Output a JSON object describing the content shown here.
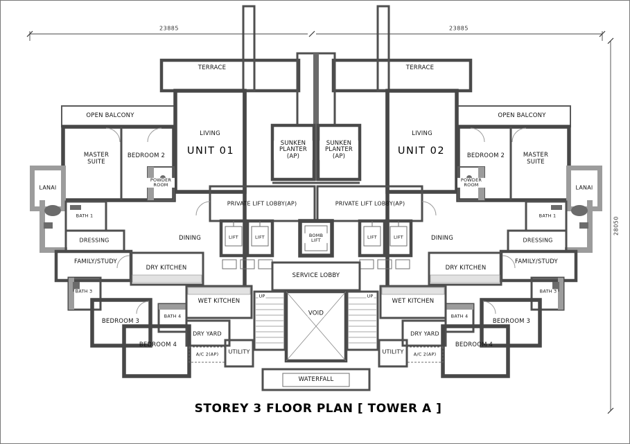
{
  "title": "STOREY 3 FLOOR PLAN  [ TOWER A ]",
  "dimensions": {
    "top_left": "23885",
    "top_right": "23885",
    "right_side": "28050"
  },
  "units": {
    "unit1": "UNIT 01",
    "unit2": "UNIT 02"
  },
  "rooms": {
    "terrace": "TERRACE",
    "open_balcony": "OPEN BALCONY",
    "living": "LIVING",
    "sunken_planter": "SUNKEN PLANTER (AP)",
    "master_suite": "MASTER SUITE",
    "bedroom2": "BEDROOM 2",
    "lanai": "LANAI",
    "powder_room": "POWDER ROOM",
    "bath1": "BATH 1",
    "dressing": "DRESSING",
    "private_lift_lobby": "PRIVATE LIFT LOBBY(AP)",
    "lift": "LIFT",
    "bomb_lift": "BOMB LIFT",
    "dining": "DINING",
    "family_study": "FAMILY/STUDY",
    "dry_kitchen": "DRY KITCHEN",
    "service_lobby": "SERVICE LOBBY",
    "wet_kitchen": "WET KITCHEN",
    "bath3": "BATH 3",
    "bath4": "BATH 4",
    "bedroom3": "BEDROOM 3",
    "bedroom4": "BEDROOM 4",
    "dry_yard": "DRY YARD",
    "utility": "UTILITY",
    "ac2": "A/C 2(AP)",
    "void": "VOID",
    "waterfall": "WATERFALL",
    "up": "UP"
  },
  "colors": {
    "wall": "#4a4a4a",
    "hatch_wall": "#9c9c9c"
  }
}
